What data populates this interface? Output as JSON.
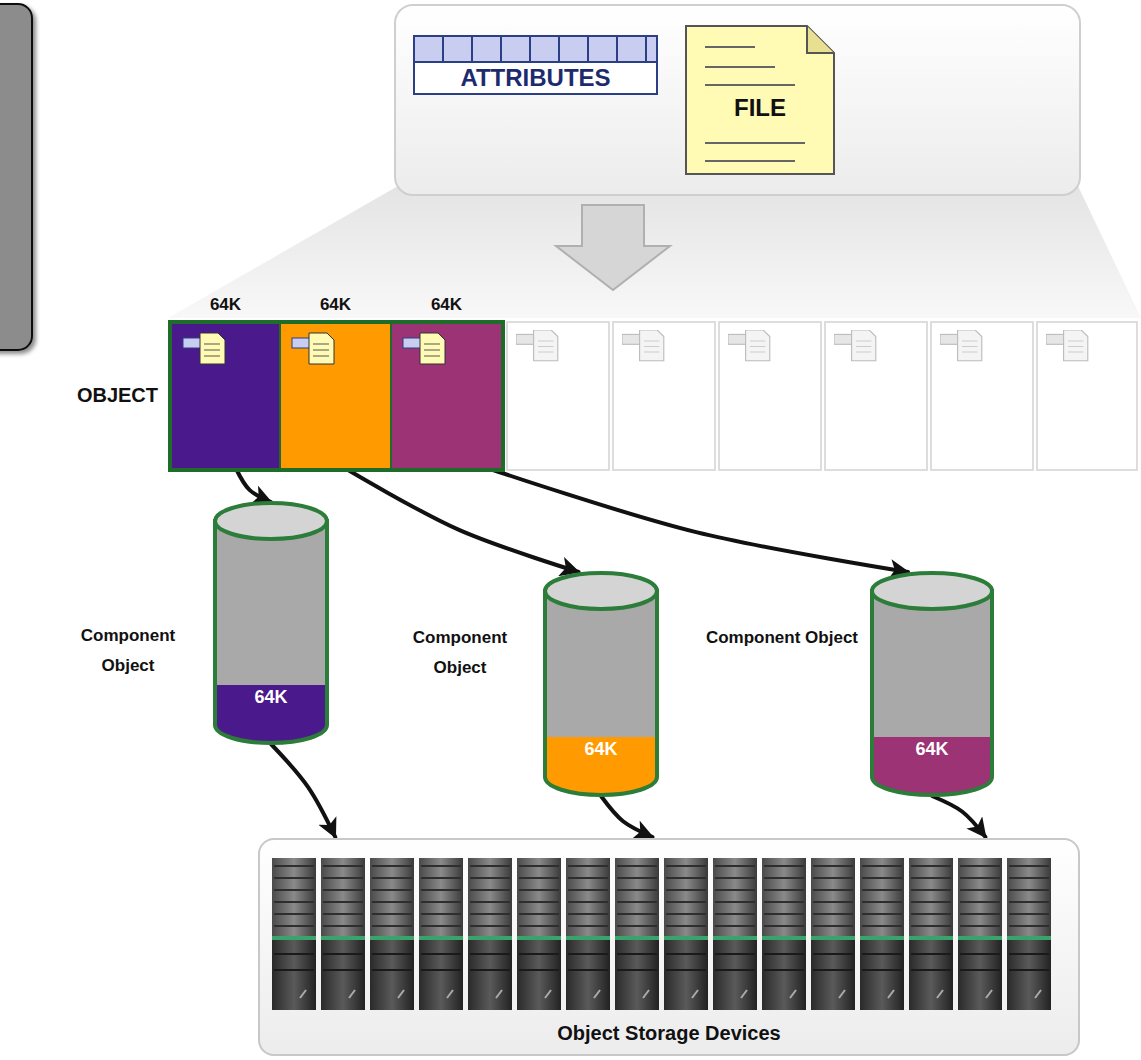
{
  "diagram": {
    "nodes": [
      {
        "text": [
          "ATTRIBUTES"
        ]
      },
      {
        "text": [
          "FILE"
        ]
      },
      {
        "text": [
          "OBJECT"
        ]
      },
      {
        "text": [
          "64K"
        ],
        "in": 2
      },
      {
        "text": [
          "64K"
        ],
        "in": 2
      },
      {
        "text": [
          "64K"
        ],
        "in": 2
      },
      {
        "text": [
          "Component Object",
          "64K"
        ]
      },
      {
        "text": [
          "Component Object",
          "64K"
        ]
      },
      {
        "text": [
          "Component Object",
          "64K"
        ]
      },
      {
        "text": [
          "Object Storage Devices"
        ]
      }
    ],
    "edges": [
      {
        "from": 3,
        "to": 6,
        "arrow": "to"
      },
      {
        "from": 4,
        "to": 7,
        "arrow": "to"
      },
      {
        "from": 5,
        "to": 8,
        "arrow": "to"
      },
      {
        "from": 6,
        "to": 9,
        "arrow": "to"
      },
      {
        "from": 7,
        "to": 9,
        "arrow": "to"
      },
      {
        "from": 8,
        "to": 9,
        "arrow": "to"
      }
    ]
  }
}
